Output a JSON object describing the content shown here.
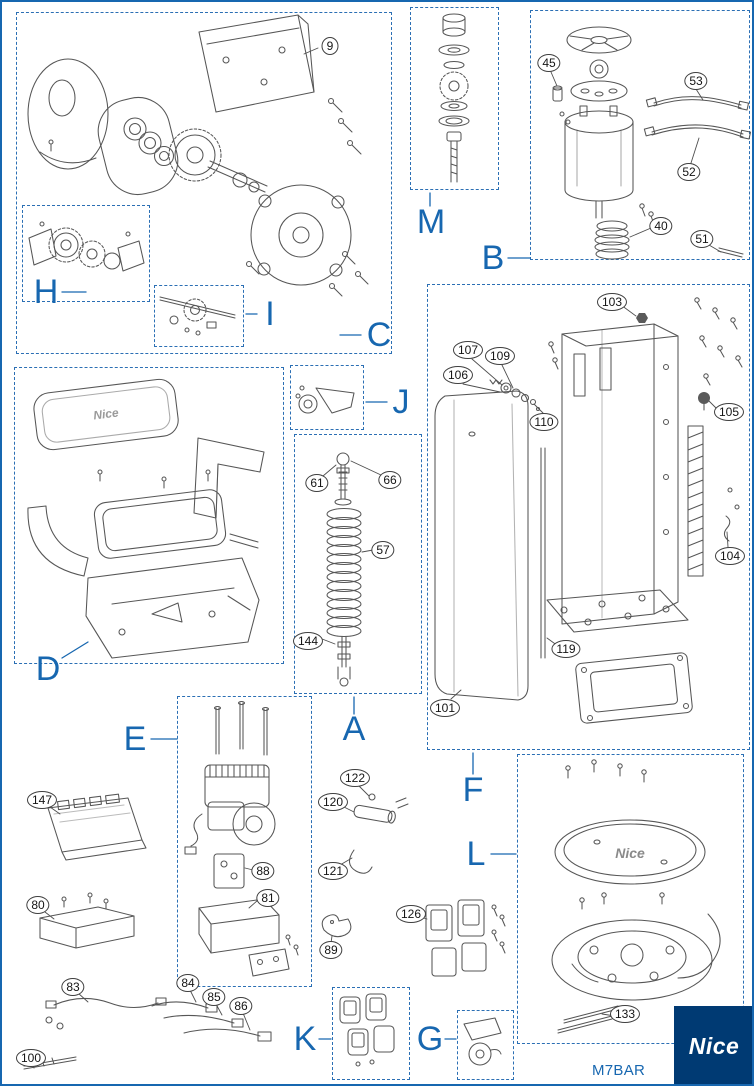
{
  "colors": {
    "accent_blue": "#1767b0",
    "dashed_box_blue": "#2b6fb4",
    "line_gray": "#565656",
    "brand_navy": "#003a73"
  },
  "sections": {
    "A": "A",
    "B": "B",
    "C": "C",
    "D": "D",
    "E": "E",
    "F": "F",
    "G": "G",
    "H": "H",
    "I": "I",
    "J": "J",
    "K": "K",
    "L": "L",
    "M": "M"
  },
  "callouts": {
    "n9": "9",
    "n40": "40",
    "n45": "45",
    "n51": "51",
    "n52": "52",
    "n53": "53",
    "n57": "57",
    "n61": "61",
    "n66": "66",
    "n80": "80",
    "n81": "81",
    "n83": "83",
    "n84": "84",
    "n85": "85",
    "n86": "86",
    "n88": "88",
    "n89": "89",
    "n100": "100",
    "n101": "101",
    "n103": "103",
    "n104": "104",
    "n105": "105",
    "n106": "106",
    "n107": "107",
    "n109": "109",
    "n110": "110",
    "n119": "119",
    "n120": "120",
    "n121": "121",
    "n122": "122",
    "n126": "126",
    "n133": "133",
    "n144": "144",
    "n147": "147"
  },
  "illustrations": {
    "lid_logo": "Nice",
    "dome_logo": "Nice"
  },
  "footer": {
    "model_label": "M7BAR",
    "brand_logo_text": "Nice"
  }
}
